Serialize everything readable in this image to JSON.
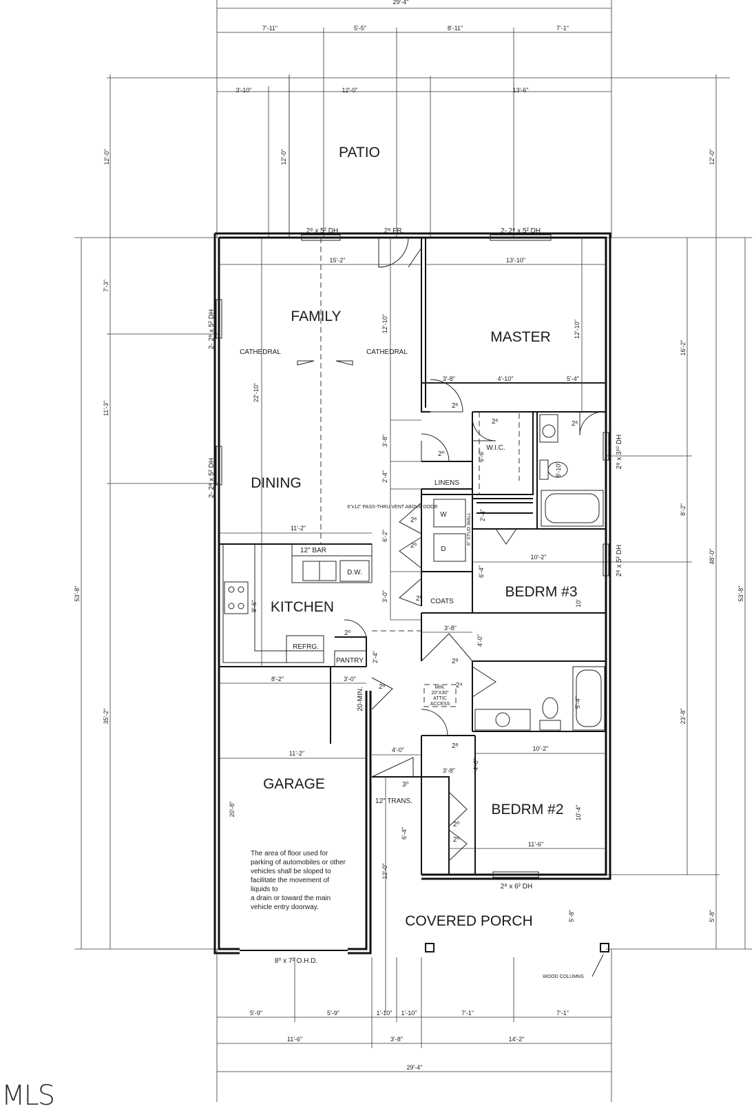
{
  "rooms": {
    "patio": "PATIO",
    "family": "FAMILY",
    "master": "MASTER",
    "dining": "DINING",
    "kitchen": "KITCHEN",
    "bedrm3": "BEDRM #3",
    "bedrm2": "BEDRM #2",
    "garage": "GARAGE",
    "covered_porch": "COVERED PORCH",
    "wic": "W.I.C.",
    "linens": "LINENS",
    "coats": "COATS",
    "pantry": "PANTRY",
    "refrg": "REFRG.",
    "dw": "D.W.",
    "washer": "W",
    "dryer": "D",
    "bar": "12\" BAR"
  },
  "notes": {
    "cathedral_left": "CATHEDRAL",
    "cathedral_right": "CATHEDRAL",
    "pass_thru": "6\"x12\" PASS-THRU VENT ABOVE DOOR",
    "stud_wall": "6\" STUD WALL",
    "attic_1": "MIN.",
    "attic_2": "20\"X30\"",
    "attic_3": "ATTIC",
    "attic_4": "ACCESS",
    "transom": "12\" TRANS.",
    "min_20": "20-MIN.",
    "wood_columns": "WOOD COLUMNS",
    "garage_note": [
      "The area of floor used for",
      "parking of automobiles or other",
      "vehicles shall be sloped to",
      "facilitate the movement of",
      "liquids to",
      "a drain or toward the main",
      "vehicle entry doorway."
    ]
  },
  "windows": {
    "patio_left": "2⁸ x 5² DH",
    "patio_door": "2⁸ FR.",
    "patio_right": "2- 2⁸ x 5² DH",
    "family_left": "2- 2⁸ x 5² DH",
    "dining_left": "2- 2⁸ x 5² DH",
    "master_right": "2⁸ x 3¹⁰ DH",
    "bedrm3_right": "2⁸ x 5² DH",
    "bedrm2_bottom": "2⁸ x 6² DH",
    "garage_door": "8⁰ x 7² O.H.D."
  },
  "doors": {
    "family_master": "2⁶",
    "wic": "2⁶",
    "master_bath": "2⁶",
    "linens": "2⁰",
    "laundry_1": "2⁶",
    "laundry_2": "2⁶",
    "coats": "2⁰",
    "pantry": "2⁰",
    "garage_entry": "2⁸",
    "bed3": "2⁸",
    "bath2": "2⁴",
    "bed2": "2⁸",
    "closet3": "3⁰",
    "closet2a": "2⁰",
    "closet2b": "2⁰"
  },
  "dimensions": {
    "top_overall": "29'-4\"",
    "top_row1": [
      "7'-11\"",
      "5'-5\"",
      "8'-11\"",
      "7'-1\""
    ],
    "top_row2": [
      "3'-10\"",
      "12'-0\"",
      "13'-6\""
    ],
    "patio_depth_left": "12'-0\"",
    "patio_depth_inner": "12'-0\"",
    "patio_depth_right": "12'-0\"",
    "family_width": "15'-2\"",
    "master_width": "13'-10\"",
    "family_depth": "12'-10\"",
    "master_depth": "12'-10\"",
    "dining_depth": "22'-10\"",
    "master_row": [
      "3'-8\"",
      "4'-10\"",
      "5'-4\""
    ],
    "hall_left": [
      "3'-8\"",
      "2'-4\"",
      "6'-2\"",
      "3'-0\""
    ],
    "wic_depth": "6'-6\"",
    "bath_depth": "8'-10\"",
    "stud_dim": "2'-4\"",
    "laundry_depth": "6'-4\"",
    "kitchen_width": "11'-2\"",
    "kitchen_depth": "9'-6\"",
    "bed3_width": "10'-2\"",
    "bed3_depth": "10'",
    "hall_3_8": "3'-8\"",
    "hall_4_0": "4'-0\"",
    "pantry_dim": "2'-4\"",
    "garage_row": [
      "8'-2\"",
      "3'-0\""
    ],
    "bath2_dim": "5'-4\"",
    "garage_width": "11'-2\"",
    "hall_lower": "4'-0\"",
    "hall_lower2": "3'-8\"",
    "bed2_top": "10'-2\"",
    "bed2_gap": "4'-0\"",
    "bed2_depth": "10'-4\"",
    "bed2_width": "11'-6\"",
    "closet2_depth": "6'-4\"",
    "garage_depth": "20'-8\"",
    "porch_depth": "12'-0\"",
    "porch_right": "5'-8\"",
    "porch_far_right": "5'-8\"",
    "left_outer": [
      "12'-0\"",
      "7'-3\"",
      "11'-3\"",
      "53'-8\"",
      "35'-2\""
    ],
    "right_inner": [
      "16'-2\"",
      "8'-2\"",
      "23'-8\""
    ],
    "right_overall": [
      "48'-0\"",
      "53'-8\""
    ],
    "bottom_row1": [
      "5'-9\"",
      "5'-9\"",
      "1'-10\"",
      "1'-10\"",
      "7'-1\"",
      "7'-1\""
    ],
    "bottom_row2": [
      "11'-6\"",
      "3'-8\"",
      "14'-2\""
    ],
    "bottom_overall": "29'-4\""
  },
  "watermark": "MLS"
}
